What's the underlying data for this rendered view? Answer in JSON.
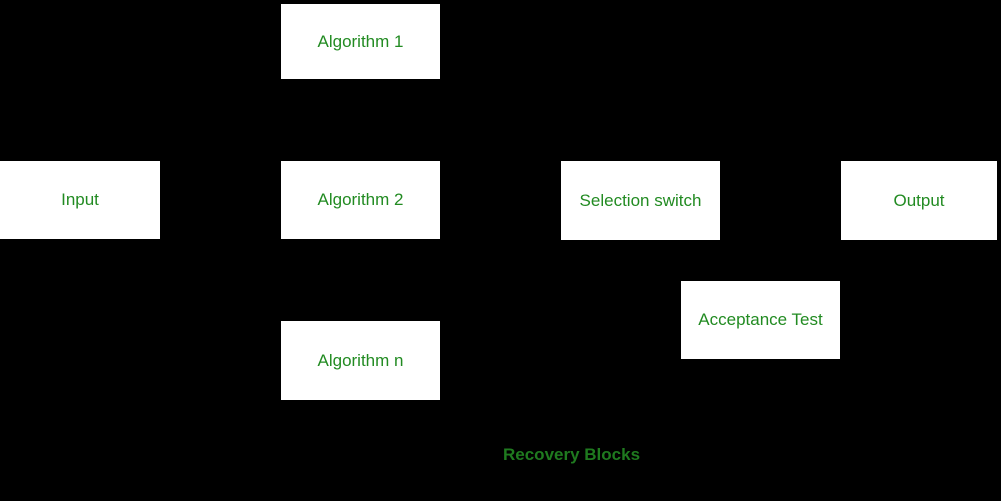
{
  "diagram": {
    "caption": "Recovery Blocks",
    "colors": {
      "background": "#000000",
      "node_fill": "#ffffff",
      "node_text": "#228B22",
      "caption_text": "#1f7a1f"
    },
    "nodes": [
      {
        "id": "input",
        "label": "Input"
      },
      {
        "id": "algorithm-1",
        "label": "Algorithm 1"
      },
      {
        "id": "algorithm-2",
        "label": "Algorithm 2"
      },
      {
        "id": "algorithm-n",
        "label": "Algorithm n"
      },
      {
        "id": "selection-switch",
        "label": "Selection switch"
      },
      {
        "id": "acceptance-test",
        "label": "Acceptance Test"
      },
      {
        "id": "output",
        "label": "Output"
      }
    ]
  }
}
